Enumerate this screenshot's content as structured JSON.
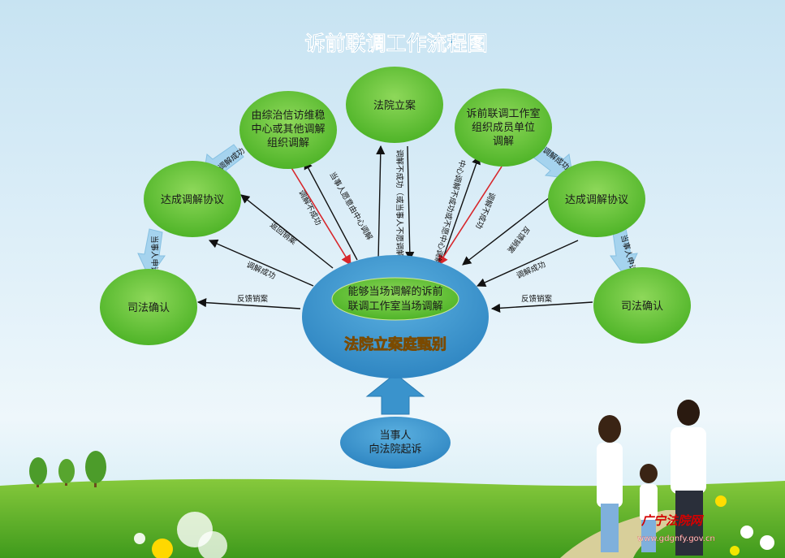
{
  "title": "诉前联调工作流程图",
  "colors": {
    "green_node": "#5fc032",
    "blue_node": "#3a93cc",
    "red_arrow": "#d7262b",
    "black_arrow": "#111111",
    "light_blue_arrow": "#a5d3ee",
    "title": "#2a8fc6"
  },
  "nodes": {
    "court_filing": "法院立案",
    "mediation_orgs": [
      "由综治信访维稳",
      "中心或其他调解",
      "组织调解"
    ],
    "office_members": [
      "诉前联调工作室",
      "组织成员单位",
      "调解"
    ],
    "agreement_left": "达成调解协议",
    "agreement_right": "达成调解协议",
    "judicial_left": "司法确认",
    "judicial_right": "司法确认",
    "center_inner": [
      "能够当场调解的诉前",
      "联调工作室当场调解"
    ],
    "center_title": "法院立案庭甄别",
    "party": [
      "当事人",
      "向法院起诉"
    ]
  },
  "edges": {
    "success_left": "调解成功",
    "success_right": "调解成功",
    "party_apply_left": "当事人申请",
    "party_apply_right": "当事人申请",
    "return_case": "返回销案",
    "mediation_success_left": "调解成功",
    "feedback_left": "反馈销案",
    "mediation_fail_left": "调解不成功",
    "party_willing": "当事人愿意由中心调解",
    "fail_or_unwilling": "调解不成功（或当事人不愿调解）",
    "center_fail_or_unwilling": "中心调解不成功或不愿中心调解",
    "mediation_fail_right": "调解不成功",
    "feedback_return": "反馈销案",
    "mediation_success_right": "调解成功",
    "feedback_right": "反馈销案"
  },
  "watermark": {
    "site_name": "广宁法院网",
    "url": "www.gdgnfy.gov.cn"
  }
}
